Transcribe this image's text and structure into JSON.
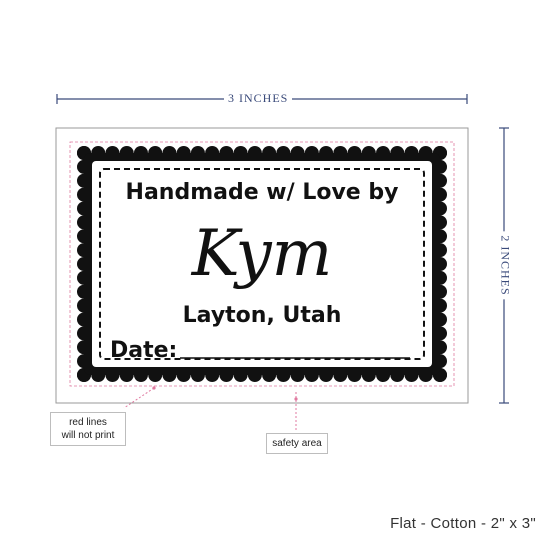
{
  "dimensions": {
    "width_label": "3 INCHES",
    "height_label": "2 INCHES"
  },
  "label": {
    "line1": "Handmade w/ Love by",
    "name": "Kym",
    "location": "Layton, Utah",
    "date_prefix": "Date:"
  },
  "callouts": {
    "red_lines": [
      "red lines",
      "will not print"
    ],
    "safety_area": "safety area"
  },
  "caption": "Flat - Cotton - 2\" x 3\"",
  "colors": {
    "dimension_line": "#3a4a7a",
    "safe_line": "#e07aa0",
    "border": "#111111",
    "background": "#ffffff"
  }
}
